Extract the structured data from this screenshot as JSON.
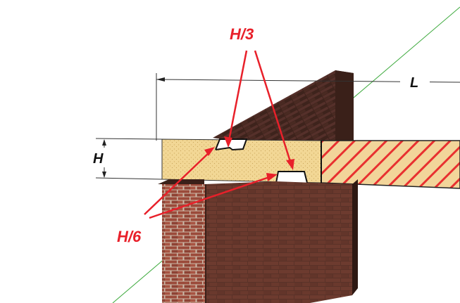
{
  "labels": {
    "height": "H",
    "length": "L",
    "upper_notch": "H/3",
    "lower_notch": "H/6"
  },
  "colors": {
    "annotation_red": "#e8202a",
    "brick_dark": "#4a2a22",
    "brick_mid": "#6b3a2e",
    "brick_light": "#9a4a3a",
    "mortar": "#c8b8a8",
    "chipboard": "#f0d490",
    "hatch_red": "#e83030",
    "guide_green": "#3aa83a",
    "dim_line": "#333333"
  }
}
